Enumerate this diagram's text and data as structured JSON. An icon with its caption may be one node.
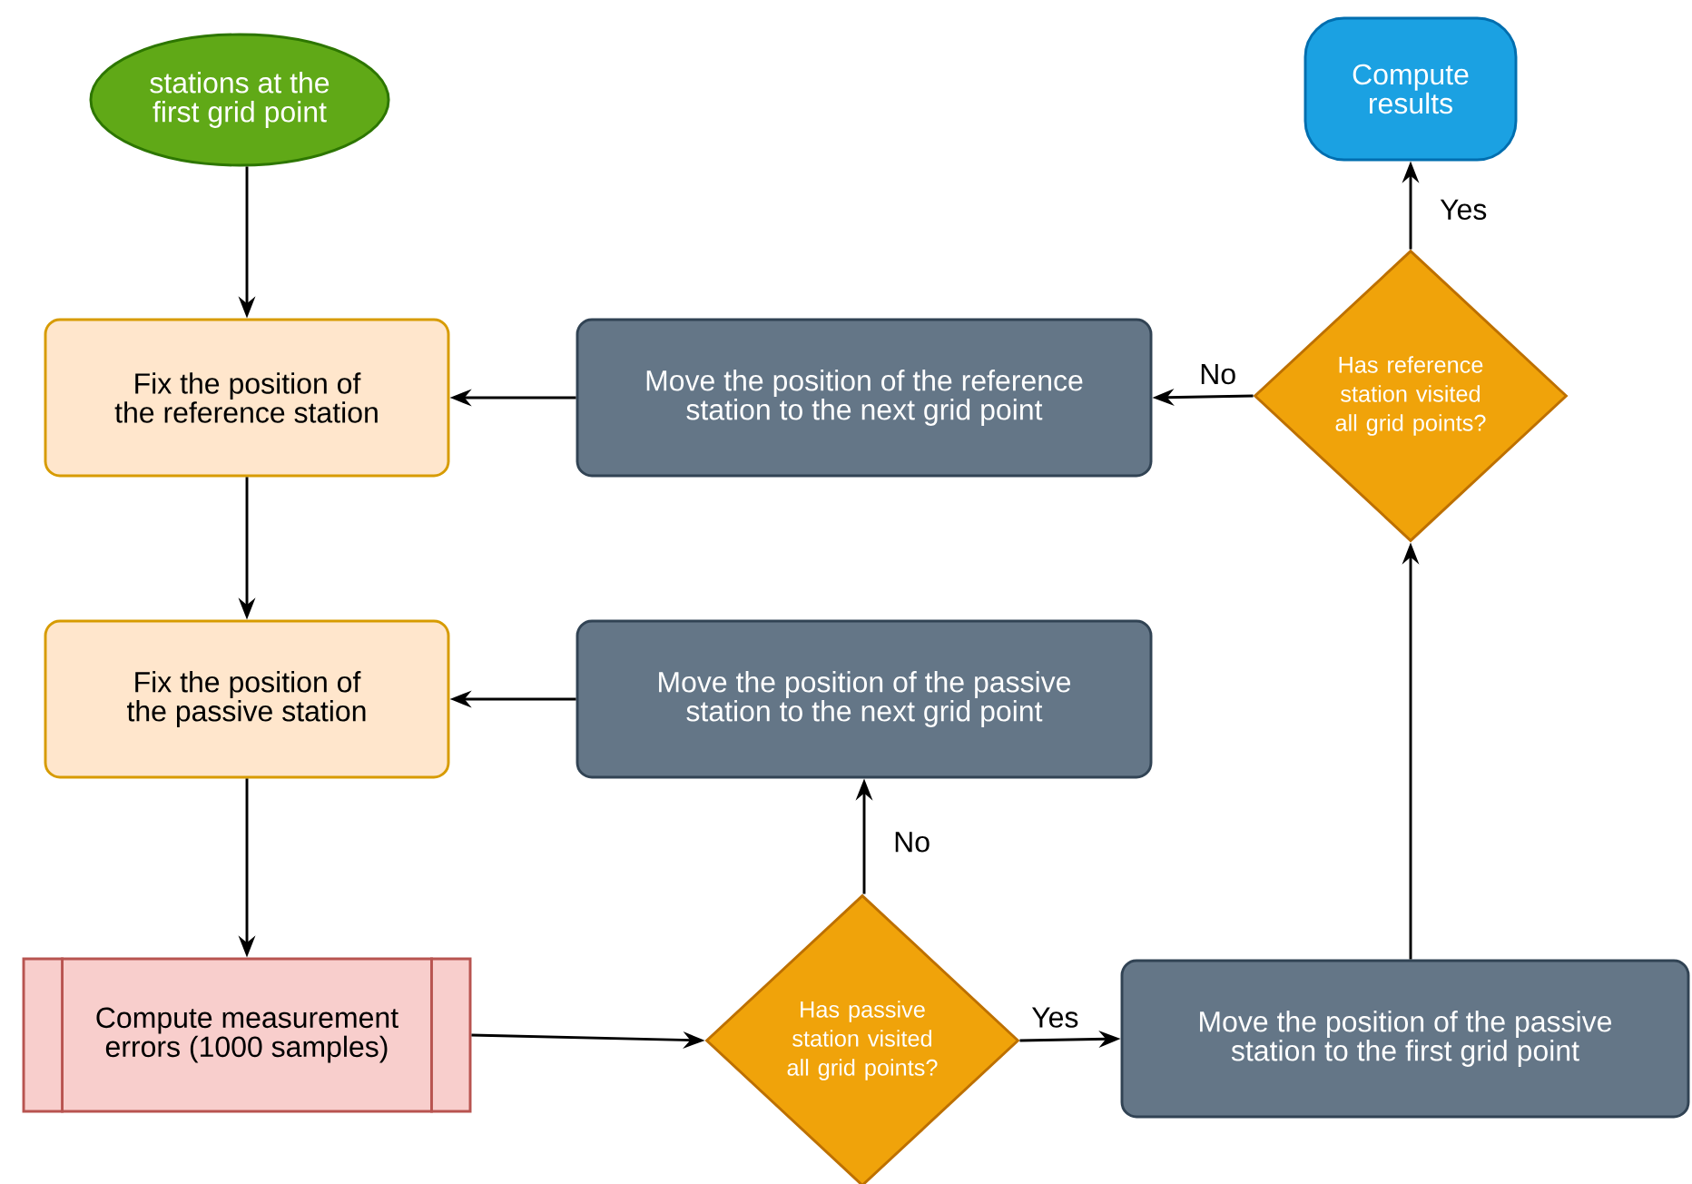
{
  "diagram": {
    "nodes": [
      {
        "text": [
          "stations at the first grid point"
        ]
      },
      {
        "text": [
          "Fix the position of the reference station"
        ]
      },
      {
        "text": [
          "Move the position of the reference station to the next grid point"
        ]
      },
      {
        "text": [
          "Has reference station visited all grid points?"
        ]
      },
      {
        "text": [
          "Compute results"
        ]
      },
      {
        "text": [
          "Fix the position of the passive station"
        ]
      },
      {
        "text": [
          "Move the position of the passive station to the next grid point"
        ]
      },
      {
        "text": [
          "Compute measurement errors (1000 samples)"
        ]
      },
      {
        "text": [
          "Has passive station visited all grid points?"
        ]
      },
      {
        "text": [
          "Move the position of the passive station to the first grid point"
        ]
      }
    ],
    "edges": [
      {
        "from": 0,
        "to": 1,
        "arrow": "to"
      },
      {
        "from": 1,
        "to": 5,
        "arrow": "to"
      },
      {
        "from": 5,
        "to": 7,
        "arrow": "to"
      },
      {
        "from": 7,
        "to": 8,
        "arrow": "to"
      },
      {
        "from": 8,
        "to": 9,
        "arrow": "to",
        "label": "Yes"
      },
      {
        "from": 8,
        "to": 6,
        "arrow": "to",
        "label": "No"
      },
      {
        "from": 6,
        "to": 5,
        "arrow": "to"
      },
      {
        "from": 9,
        "to": 3,
        "arrow": "to"
      },
      {
        "from": 3,
        "to": 4,
        "arrow": "to",
        "label": "Yes"
      },
      {
        "from": 3,
        "to": 2,
        "arrow": "to",
        "label": "No"
      },
      {
        "from": 2,
        "to": 1,
        "arrow": "to"
      }
    ]
  }
}
